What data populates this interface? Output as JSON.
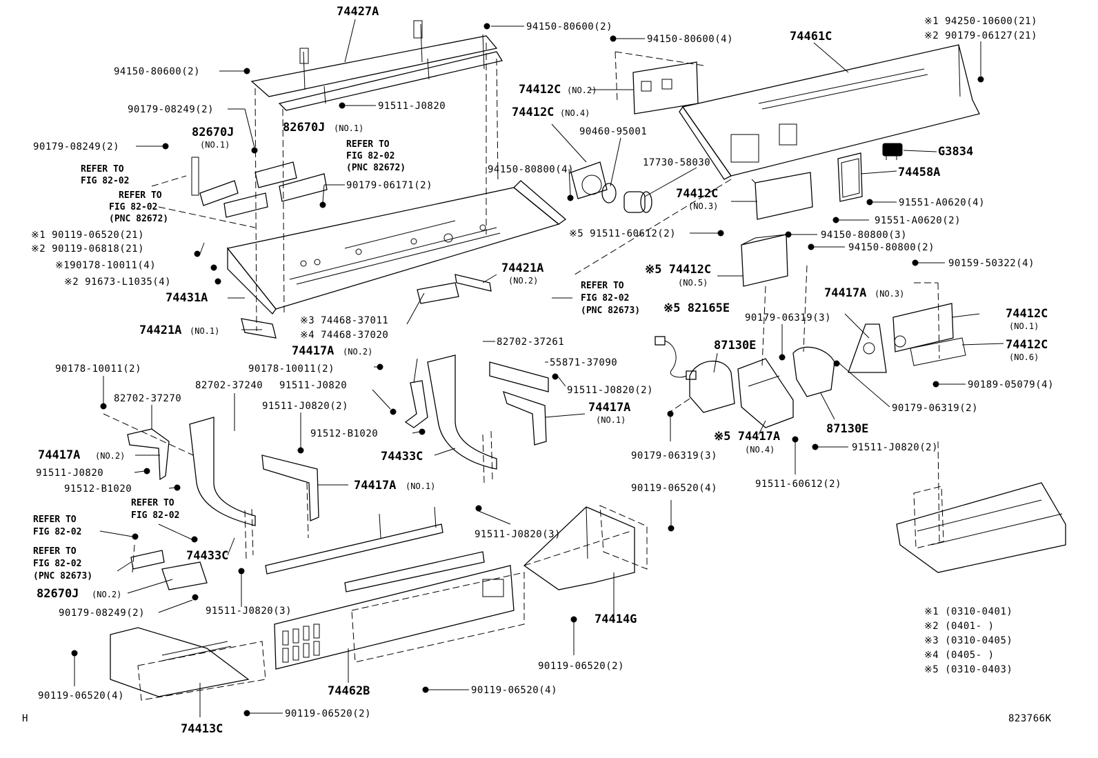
{
  "diagram": {
    "labels": {
      "l74427A": "74427A",
      "l94150_80600_2_top": "94150-80600(2)",
      "l94150_80600_4": "94150-80600(4)",
      "l74461C": "74461C",
      "l94250_10600": "※1 94250-10600(21)",
      "l90179_06127": "※2 90179-06127(21)",
      "l94150_80600_2_left": "94150-80600(2)",
      "l91511_J0820_top": "91511-J0820",
      "l90179_08249_2_a": "90179-08249(2)",
      "l90179_08249_2_b": "90179-08249(2)",
      "l82670J_a": "82670J",
      "l82670J_a_sub": "(NO.1)",
      "l82670J_b": "82670J",
      "l82670J_b_sub": "(NO.1)",
      "l74412C_no2": "74412C",
      "l74412C_no2_sub": "(NO.2)",
      "l74412C_no4": "74412C",
      "l74412C_no4_sub": "(NO.4)",
      "l90460_95001": "90460-95001",
      "l17730_58030": "17730-58030",
      "lG3834": "G3834",
      "l74458A": "74458A",
      "l94150_80800_4": "94150-80800(4)",
      "l74412C_no3": "74412C",
      "l74412C_no3_sub": "(NO.3)",
      "l91551_A0620_4": "91551-A0620(4)",
      "l91551_A0620_2": "91551-A0620(2)",
      "ref_fig_a1": "REFER TO",
      "ref_fig_a2": "FIG 82-02",
      "ref_fig_b1": "REFER TO",
      "ref_fig_b2": "FIG 82-02",
      "ref_fig_b3": "(PNC 82672)",
      "ref_fig_c1": "REFER TO",
      "ref_fig_c2": "FIG 82-02",
      "ref_fig_c3": "(PNC 82672)",
      "l90179_06171": "90179-06171(2)",
      "l90119_06520_21": "※1 90119-06520(21)",
      "l90119_06818_21": "※2 90119-06818(21)",
      "l90178_10011_4": "※190178-10011(4)",
      "l91673_L1035": "※2 91673-L1035(4)",
      "l74431A": "74431A",
      "l74421A_no1": "74421A",
      "l74421A_no1_sub": "(NO.1)",
      "l74421A_no2": "74421A",
      "l74421A_no2_sub": "(NO.2)",
      "l74468_37011": "※3 74468-37011",
      "l74468_37020": "※4 74468-37020",
      "ref_fig_d1": "REFER TO",
      "ref_fig_d2": "FIG 82-02",
      "ref_fig_d3": "(PNC 82673)",
      "l91511_60612_2_top": "※5 91511-60612(2)",
      "l94150_80800_3": "94150-80800(3)",
      "l94150_80800_2": "94150-80800(2)",
      "l90159_50322": "90159-50322(4)",
      "l74412C_no5": "※5 74412C",
      "l74412C_no5_sub": "(NO.5)",
      "l82165E": "※5 82165E",
      "l74417A_no3": "74417A",
      "l74417A_no3_sub": "(NO.3)",
      "l74412C_no1": "74412C",
      "l74412C_no1_sub": "(NO.1)",
      "l74412C_no6": "74412C",
      "l74412C_no6_sub": "(NO.6)",
      "l90179_06319_3_a": "90179-06319(3)",
      "l87130E_a": "87130E",
      "l87130E_b": "87130E",
      "l90189_05079": "90189-05079(4)",
      "l90179_06319_2": "90179-06319(2)",
      "l91511_J0820_2_r": "91511-J0820(2)",
      "l74417A_no4": "※5 74417A",
      "l74417A_no4_sub": "(NO.4)",
      "l90179_06319_3_b": "90179-06319(3)",
      "l91511_60612_2_b": "91511-60612(2)",
      "l90178_10011_2_a": "90178-10011(2)",
      "l90178_10011_2_b": "90178-10011(2)",
      "l74417A_no2_top": "74417A",
      "l74417A_no2_top_sub": "(NO.2)",
      "l82702_37261": "82702-37261",
      "l55871_37090": "55871-37090",
      "l91511_J0820_2_m": "91511-J0820(2)",
      "l74417A_no1_r": "74417A",
      "l74417A_no1_r_sub": "(NO.1)",
      "l82702_37240": "82702-37240",
      "l91511_J0820_a": "91511-J0820",
      "l91511_J0820_2_c": "91511-J0820(2)",
      "l82702_37270": "82702-37270",
      "l91512_B1020_a": "91512-B1020",
      "l74433C_a": "74433C",
      "l74417A_no2_l": "74417A",
      "l74417A_no2_l_sub": "(NO.2)",
      "l91511_J0820_b": "91511-J0820",
      "l91512_B1020_b": "91512-B1020",
      "l74417A_no1_c": "74417A",
      "l74417A_no1_c_sub": "(NO.1)",
      "ref_fig_e1": "REFER TO",
      "ref_fig_e2": "FIG 82-02",
      "ref_fig_f1": "REFER TO",
      "ref_fig_f2": "FIG 82-02",
      "ref_fig_g1": "REFER TO",
      "ref_fig_g2": "FIG 82-02",
      "ref_fig_g3": "(PNC 82673)",
      "l74433C_b": "74433C",
      "l82670J_no2": "82670J",
      "l82670J_no2_sub": "(NO.2)",
      "l90179_08249_2_c": "90179-08249(2)",
      "l91511_J0820_3_a": "91511-J0820(3)",
      "l91511_J0820_3_b": "91511-J0820(3)",
      "l90119_06520_4_a": "90119-06520(4)",
      "l74414G": "74414G",
      "l90119_06520_2_a": "90119-06520(2)",
      "l90119_06520_4_b": "90119-06520(4)",
      "l90119_06520_4_c": "90119-06520(4)",
      "l74462B": "74462B",
      "l74413C": "74413C",
      "l90119_06520_2_b": "90119-06520(2)",
      "note1": "※1 (0310-0401)",
      "note2": "※2 (0401-     )",
      "note3": "※3 (0310-0405)",
      "note4": "※4 (0405-     )",
      "note5": "※5 (0310-0403)",
      "corner_left": "H",
      "corner_right": "823766K"
    }
  }
}
